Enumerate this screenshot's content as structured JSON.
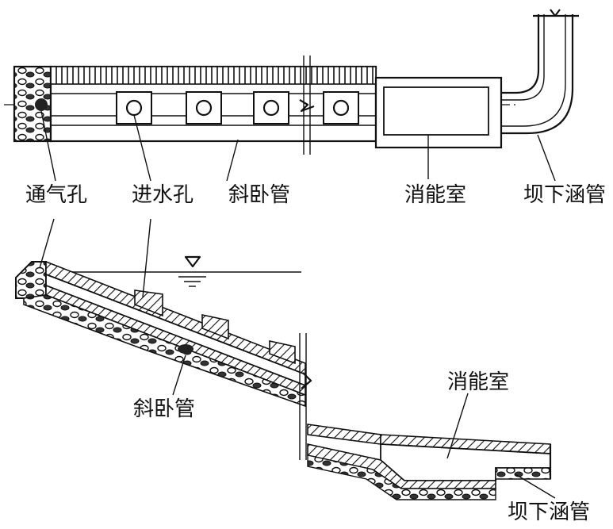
{
  "plan_view": {
    "labels": {
      "vent_hole": "通气孔",
      "inlet_hole": "进水孔",
      "inclined_pipe": "斜卧管",
      "stilling_chamber": "消能室",
      "culvert": "坝下涵管"
    }
  },
  "section_view": {
    "labels": {
      "inclined_pipe": "斜卧管",
      "stilling_chamber": "消能室",
      "culvert": "坝下涵管"
    }
  }
}
